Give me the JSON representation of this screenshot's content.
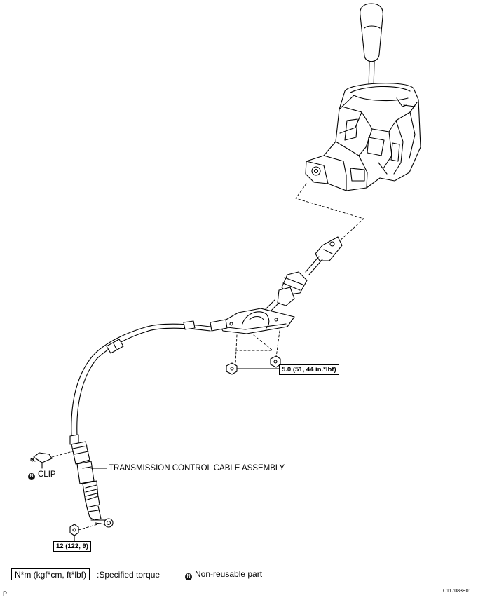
{
  "labels": {
    "cable_assembly": "TRANSMISSION CONTROL CABLE ASSEMBLY",
    "clip": "CLIP"
  },
  "torque": {
    "nut_torque": "5.0 (51, 44 in.*lbf)",
    "end_nut_torque": "12 (122, 9)"
  },
  "legend": {
    "torque_unit": "N*m (kgf*cm, ft*lbf)",
    "torque_desc": ":Specified torque",
    "non_reusable_desc": "Non-reusable part"
  },
  "footer": {
    "page_letter": "P",
    "figure_id": "C117083E01"
  }
}
